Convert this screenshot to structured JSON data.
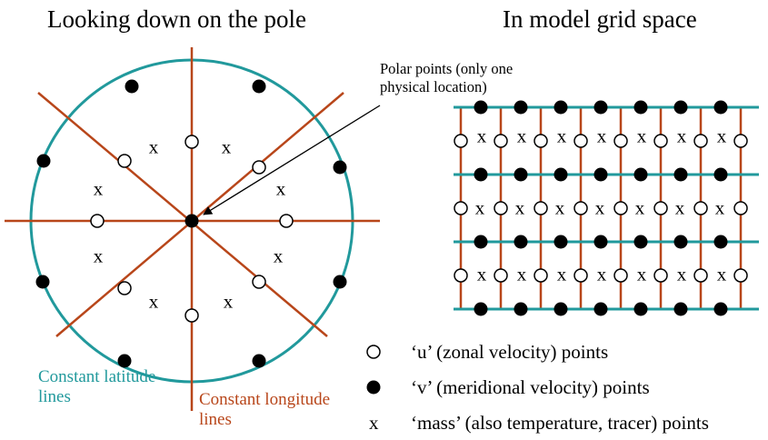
{
  "titles": {
    "left": "Looking down on the pole",
    "right": "In model grid space"
  },
  "annotation": {
    "polar_points": "Polar points (only one physical location)"
  },
  "labels": {
    "latitude": "Constant latitude lines",
    "longitude": "Constant longitude lines"
  },
  "mass_symbol": "x",
  "legend": {
    "u_label": "‘u’ (zonal velocity) points",
    "v_label": "‘v’ (meridional velocity) points",
    "mass_symbol": "x",
    "mass_label": "‘mass’ (also temperature, tracer) points"
  },
  "colors": {
    "latitude_line": "#21999c",
    "longitude_line": "#b8461a",
    "point_stroke": "#000000"
  },
  "icons": {
    "u_point": "hollow-circle",
    "v_point": "filled-circle",
    "mass_point": "x-glyph"
  }
}
